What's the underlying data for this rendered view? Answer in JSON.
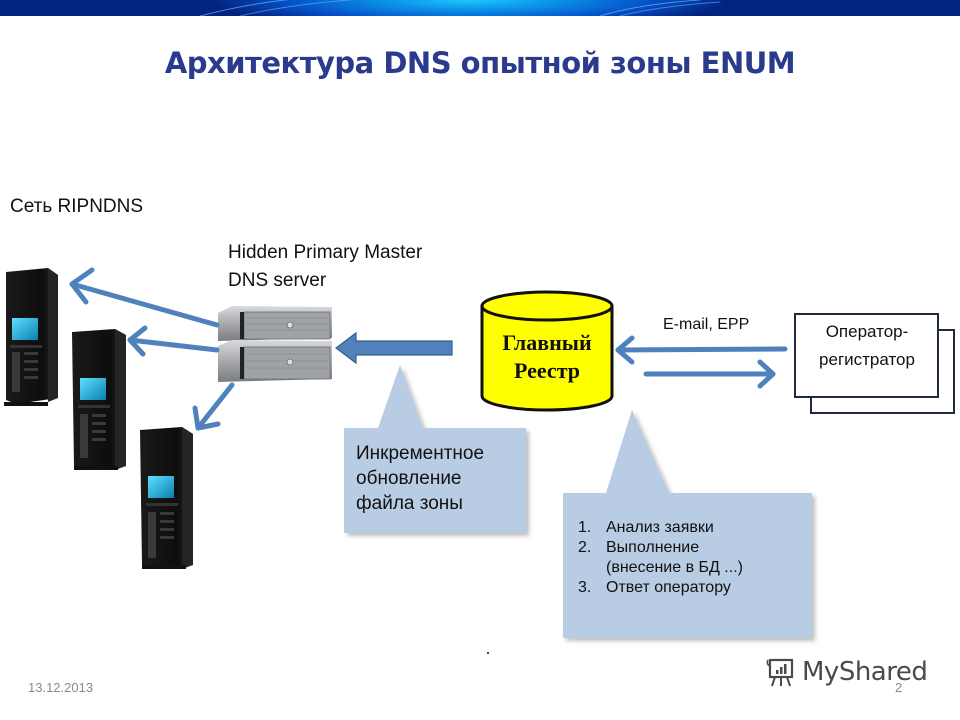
{
  "slide": {
    "title": "Архитектура DNS опытной зоны ENUM",
    "network_label": "Сеть RIPNDNS",
    "hidden_master_label_line1": "Hidden Primary Master",
    "hidden_master_label_line2": "DNS server",
    "registry_line1": "Главный",
    "registry_line2": "Реестр",
    "protocol_label": "E-mail, EPP",
    "operator_line1": "Оператор-",
    "operator_line2": "регистратор",
    "callout_update": [
      "Инкрементное",
      "обновление",
      "файла зоны"
    ],
    "callout_steps": [
      {
        "num": "1.",
        "text": "Анализ заявки"
      },
      {
        "num": "2.",
        "text": "Выполнение"
      },
      {
        "num": "",
        "text": "(внесение в БД ...)"
      },
      {
        "num": "3.",
        "text": "Ответ оператору"
      }
    ],
    "footer_date": "13.12.2013",
    "page_number": "2",
    "watermark": "MyShared"
  },
  "colors": {
    "title": "#2a3a8c",
    "arrow": "#4f81bd",
    "callout_fill": "#b8cce4",
    "database_fill": "#ffff00"
  },
  "icons": {
    "servers": "rack-server-icon",
    "master": "stacked-server-icon",
    "database": "database-cylinder-icon",
    "watermark": "presentation-board-icon"
  }
}
